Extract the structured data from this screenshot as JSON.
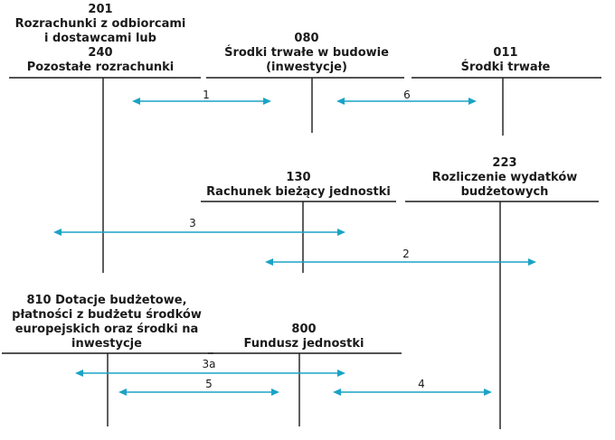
{
  "colors": {
    "line": "#1a1a1a",
    "arrow": "#1ba3c6"
  },
  "accounts": {
    "a201_240": {
      "lines": [
        "201",
        "Rozrachunki z odbiorcami",
        "i dostawcami lub",
        "240",
        "Pozostałe rozrachunki"
      ]
    },
    "a080": {
      "lines": [
        "080",
        "Środki trwałe w budowie",
        "(inwestycje)"
      ]
    },
    "a011": {
      "lines": [
        "011",
        "Środki trwałe"
      ]
    },
    "a223": {
      "lines": [
        "223",
        "Rozliczenie wydatków",
        "budżetowych"
      ]
    },
    "a130": {
      "lines": [
        "130",
        "Rachunek bieżący jednostki"
      ]
    },
    "a810": {
      "lines": [
        "810 Dotacje budżetowe,",
        "płatności z budżetu środków",
        "europejskich oraz środki na",
        "inwestycje"
      ]
    },
    "a800": {
      "lines": [
        "800",
        "Fundusz jednostki"
      ]
    }
  },
  "flows": [
    {
      "id": "flow-1",
      "label": "1"
    },
    {
      "id": "flow-6",
      "label": "6"
    },
    {
      "id": "flow-3",
      "label": "3"
    },
    {
      "id": "flow-2",
      "label": "2"
    },
    {
      "id": "flow-3a",
      "label": "3a"
    },
    {
      "id": "flow-5",
      "label": "5"
    },
    {
      "id": "flow-4",
      "label": "4"
    }
  ]
}
